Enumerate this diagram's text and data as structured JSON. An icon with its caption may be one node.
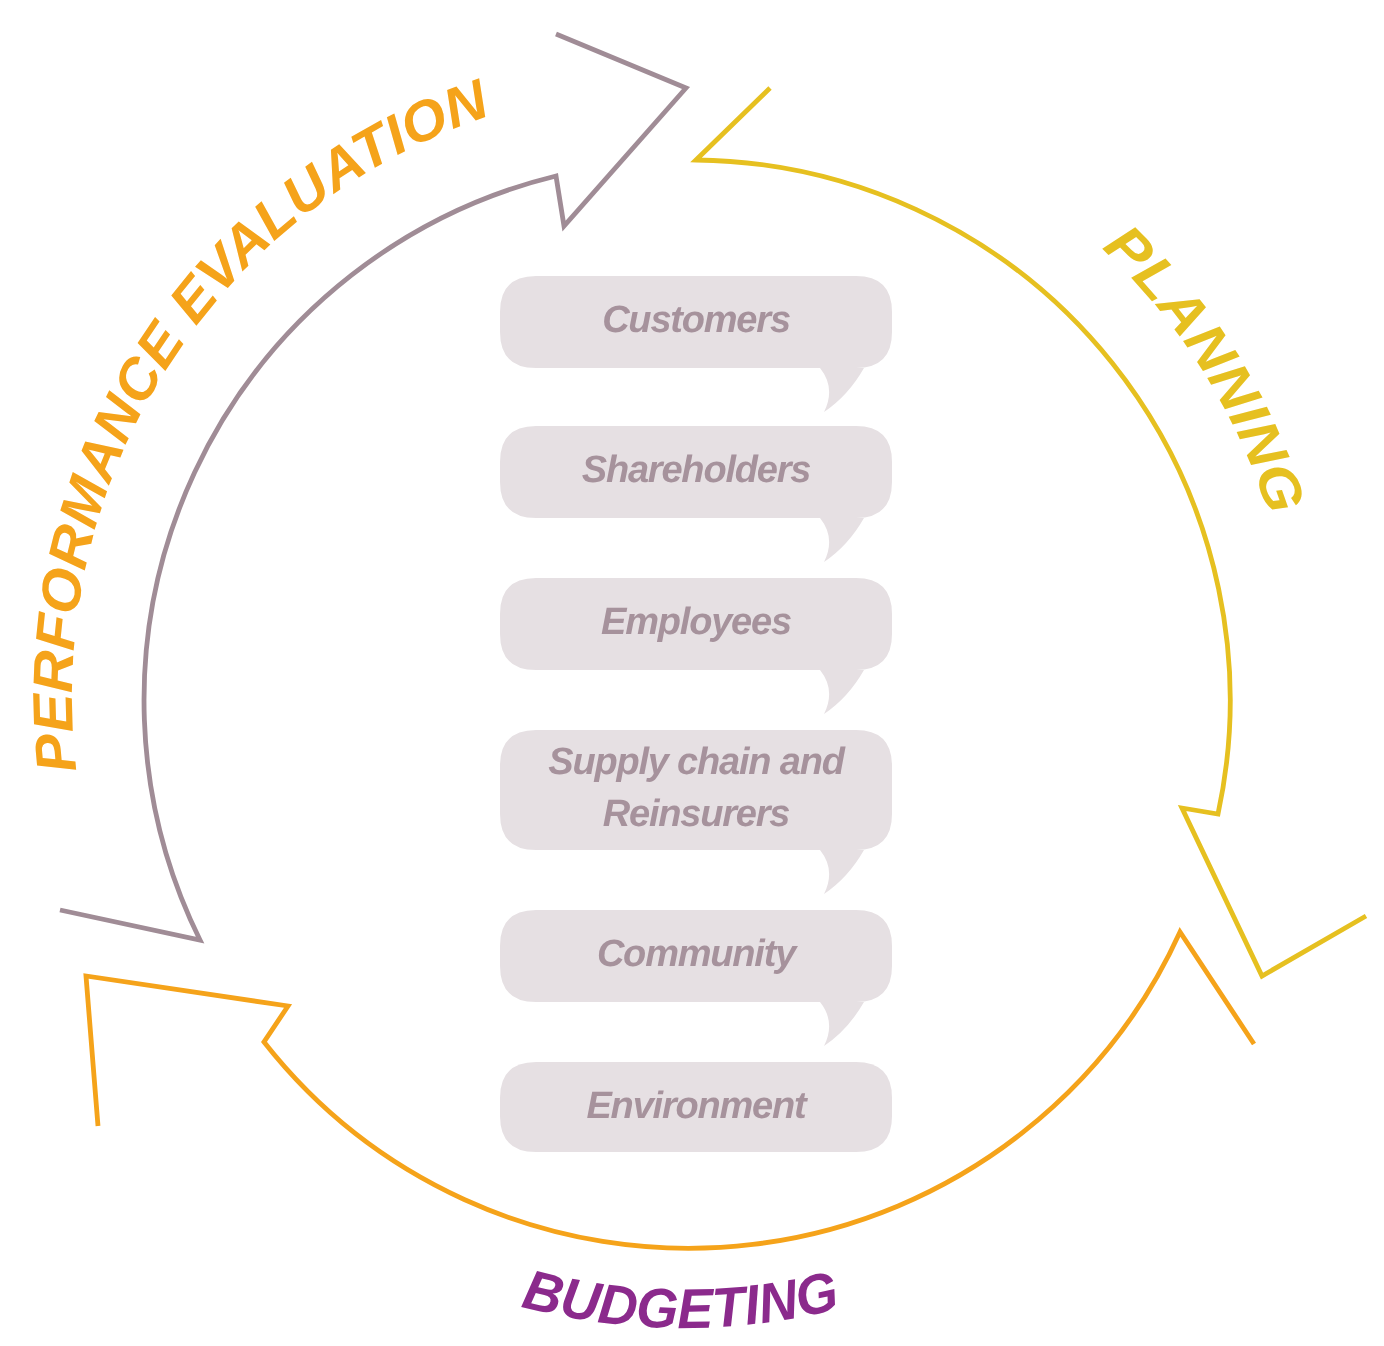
{
  "diagram": {
    "nodes": [
      {
        "text": [
          "Customers"
        ]
      },
      {
        "text": [
          "Shareholders"
        ]
      },
      {
        "text": [
          "Employees"
        ]
      },
      {
        "text": [
          "Supply chain and Reinsurers"
        ]
      },
      {
        "text": [
          "Community"
        ]
      },
      {
        "text": [
          "Environment"
        ]
      }
    ],
    "labels": [
      "PERFORMANCE EVALUATION",
      "PLANNING",
      "BUDGETING"
    ]
  }
}
